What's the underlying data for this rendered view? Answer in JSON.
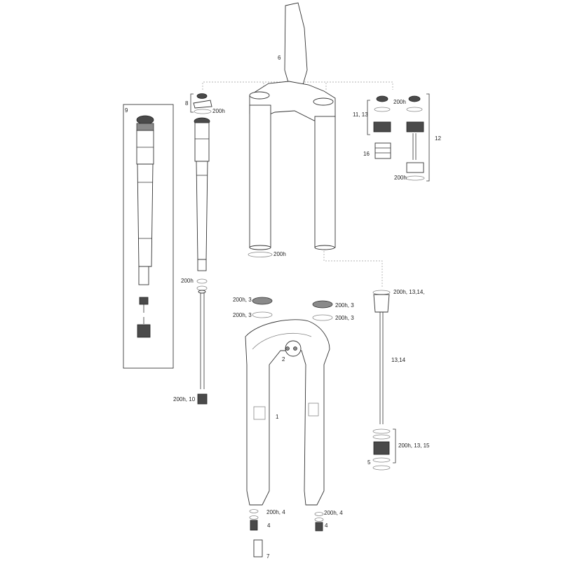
{
  "labels": {
    "p6": "6",
    "p8": "8",
    "p8_200h": "200h",
    "p9": "9",
    "p11_13": "11, 13",
    "p11_200h": "200h",
    "p12": "12",
    "p16": "16",
    "p12_200h": "200h",
    "crown_200h": "200h",
    "air_200h": "200h",
    "seal_l1": "200h, 3",
    "seal_l2": "200h, 3",
    "seal_r1": "200h, 3",
    "seal_r2": "200h, 3",
    "damper_200h": "200h, 13,14,",
    "p2": "2",
    "p13_14": "13,14",
    "p1": "1",
    "air_10": "200h, 10",
    "p5_200h": "200h, 13, 15",
    "p5": "5",
    "bl_200h4": "200h, 4",
    "br_200h4": "200h, 4",
    "bl_4": "4",
    "br_4": "4",
    "p7": "7"
  }
}
